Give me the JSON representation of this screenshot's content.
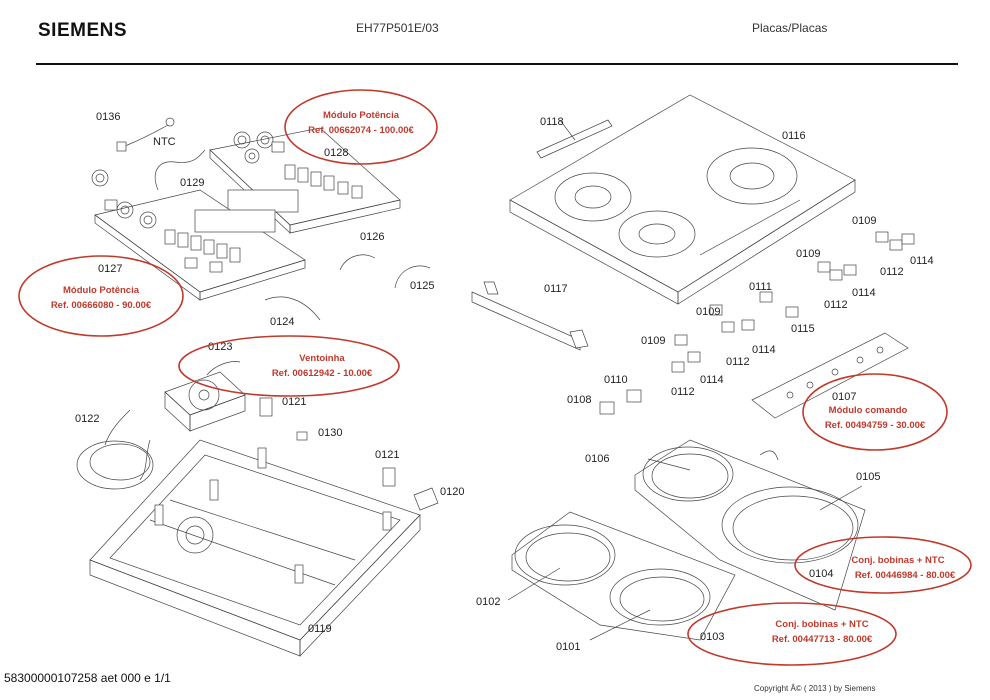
{
  "header": {
    "brand": "SIEMENS",
    "model": "EH77P501E/03",
    "section": "Placas/Placas"
  },
  "footer": {
    "doc_number": "58300000107258 aet 000 e 1/1",
    "copyright": "Copyright Â© ( 2013 ) by Siemens"
  },
  "parts": {
    "p0136": "0136",
    "ntc": "NTC",
    "p0128": "0128",
    "p0129": "0129",
    "p0127": "0127",
    "p0126": "0126",
    "p0125": "0125",
    "p0124": "0124",
    "p0123": "0123",
    "p0122": "0122",
    "p0121a": "0121",
    "p0130": "0130",
    "p0121b": "0121",
    "p0120": "0120",
    "p0119": "0119",
    "p0118": "0118",
    "p0116": "0116",
    "p0117": "0117",
    "p0109a": "0109",
    "p0114a": "0114",
    "p0112a": "0112",
    "p0109b": "0109",
    "p0114b": "0114",
    "p0112b": "0112",
    "p0111": "0111",
    "p0115": "0115",
    "p0109c": "0109",
    "p0114c": "0114",
    "p0112c": "0112",
    "p0109d": "0109",
    "p0114d": "0114",
    "p0112d": "0112",
    "p0110": "0110",
    "p0108": "0108",
    "p0107": "0107",
    "p0106": "0106",
    "p0105": "0105",
    "p0104": "0104",
    "p0102": "0102",
    "p0101": "0101",
    "p0103": "0103"
  },
  "annotations": [
    {
      "title": "Módulo Potência",
      "ref": "Ref. 00662074 - 100.00€"
    },
    {
      "title": "Módulo Potência",
      "ref": "Ref. 00666080 - 90.00€"
    },
    {
      "title": "Ventoinha",
      "ref": "Ref. 00612942 - 10.00€"
    },
    {
      "title": "Módulo comando",
      "ref": "Ref. 00494759 - 30.00€"
    },
    {
      "title": "Conj. bobinas + NTC",
      "ref": "Ref. 00446984 - 80.00€"
    },
    {
      "title": "Conj. bobinas + NTC",
      "ref": "Ref. 00447713 - 80.00€"
    }
  ],
  "colors": {
    "annotation": "#c0392b",
    "line": "#444444",
    "rule": "#111111"
  }
}
